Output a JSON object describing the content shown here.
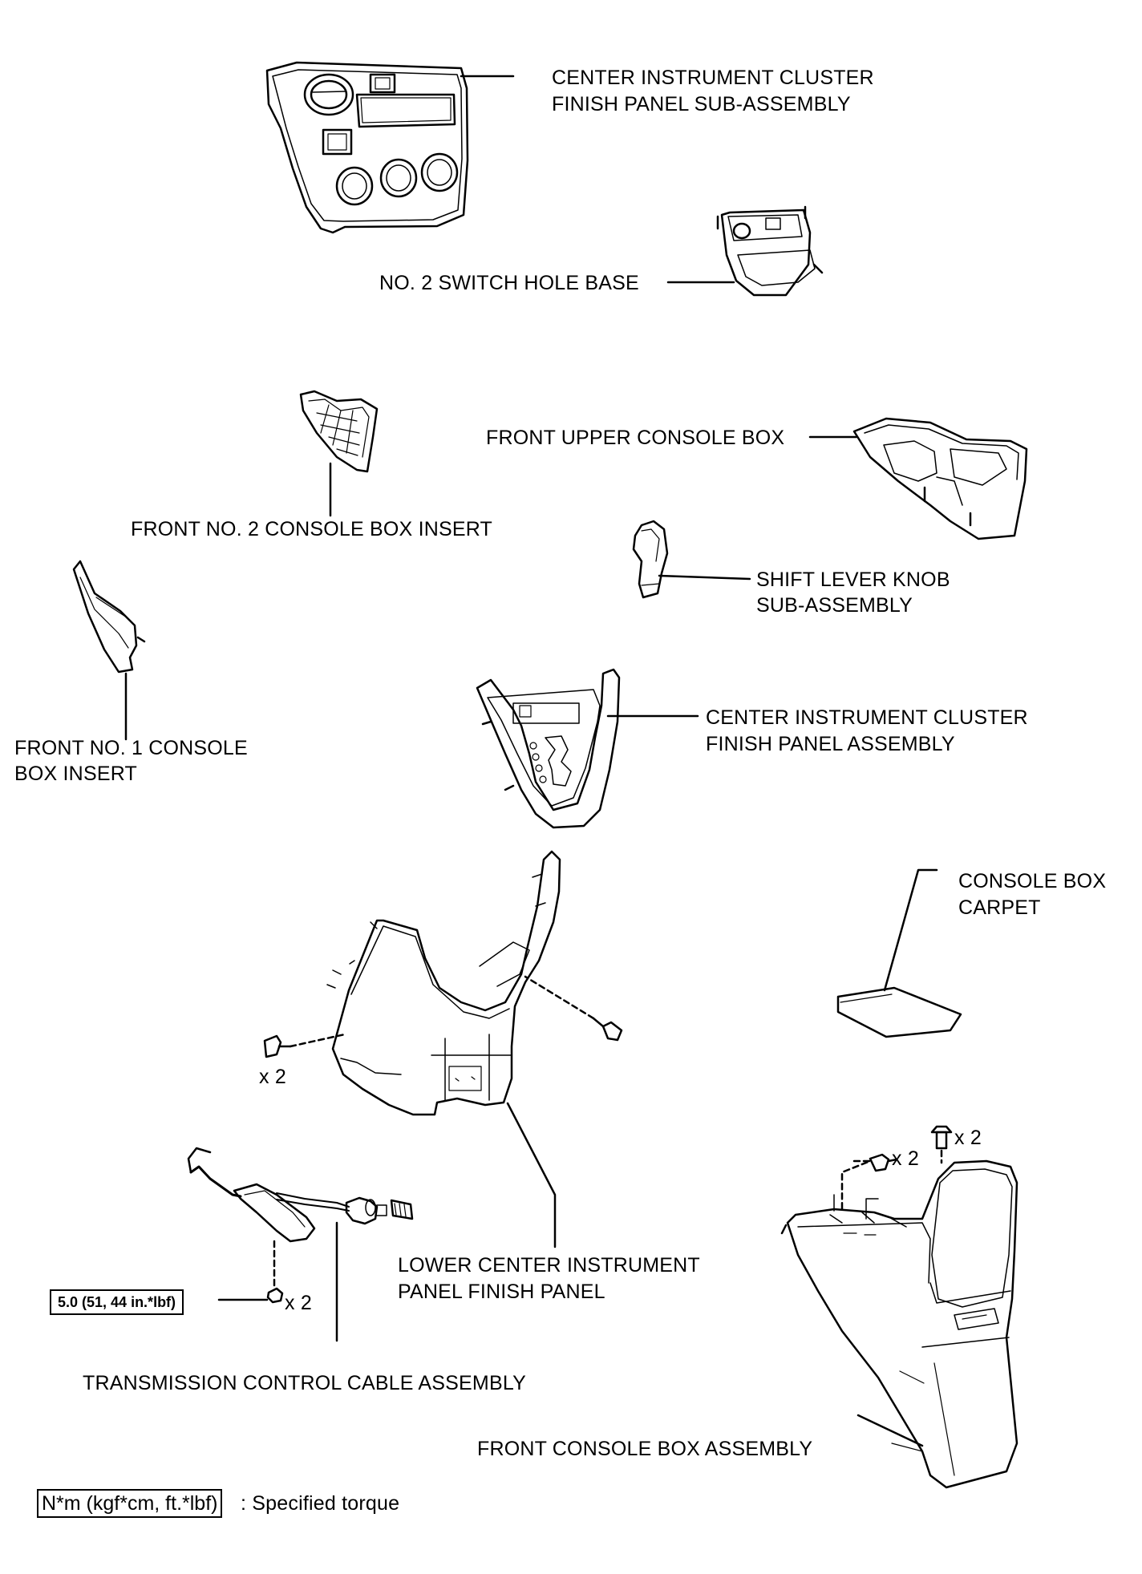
{
  "labels": {
    "center_cluster_sub": [
      "CENTER INSTRUMENT CLUSTER",
      "FINISH PANEL SUB-ASSEMBLY"
    ],
    "switch_hole_base": "NO. 2 SWITCH HOLE BASE",
    "front_upper_console": "FRONT UPPER CONSOLE BOX",
    "front_no2_insert": "FRONT NO. 2 CONSOLE BOX INSERT",
    "shift_knob": [
      "SHIFT LEVER KNOB",
      "SUB-ASSEMBLY"
    ],
    "front_no1_insert": [
      "FRONT NO. 1 CONSOLE",
      "BOX INSERT"
    ],
    "center_cluster_assy": [
      "CENTER INSTRUMENT CLUSTER",
      "FINISH PANEL ASSEMBLY"
    ],
    "console_carpet": [
      "CONSOLE BOX",
      "CARPET"
    ],
    "lower_center_panel": [
      "LOWER CENTER INSTRUMENT",
      "PANEL FINISH PANEL"
    ],
    "trans_cable": "TRANSMISSION CONTROL CABLE ASSEMBLY",
    "front_console_assy": "FRONT CONSOLE BOX ASSEMBLY"
  },
  "quantities": {
    "clip_left": "x 2",
    "nut_cable": "x 2",
    "screw_console": "x 2",
    "bolt_console": "x 2"
  },
  "torque": "5.0 (51, 44 in.*lbf)",
  "legend": {
    "box": "N*m (kgf*cm, ft.*lbf)",
    "text": ": Specified torque"
  }
}
